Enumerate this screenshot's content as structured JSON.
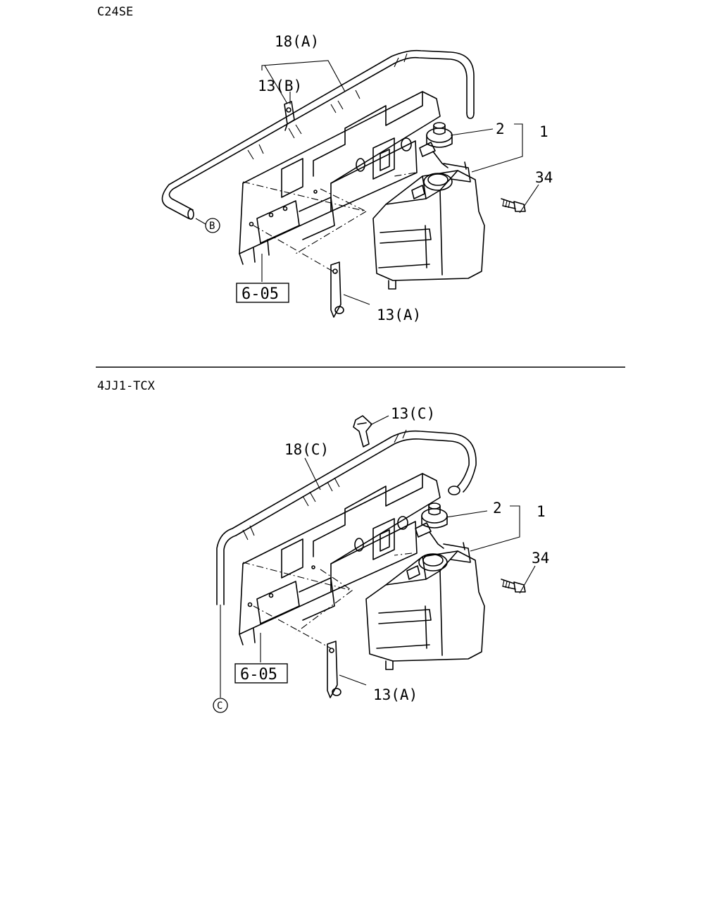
{
  "sections": [
    {
      "engine_code": "C24SE",
      "callouts": {
        "hose": "18(A)",
        "clip_b": "13(B)",
        "cap": "2",
        "tank": "1",
        "bolt": "34",
        "clip_a": "13(A)",
        "ref_box": "6-05",
        "circle": "B"
      }
    },
    {
      "engine_code": "4JJ1-TCX",
      "callouts": {
        "clip_c": "13(C)",
        "hose": "18(C)",
        "cap": "2",
        "tank": "1",
        "bolt": "34",
        "clip_a": "13(A)",
        "ref_box": "6-05",
        "circle": "C"
      }
    }
  ]
}
